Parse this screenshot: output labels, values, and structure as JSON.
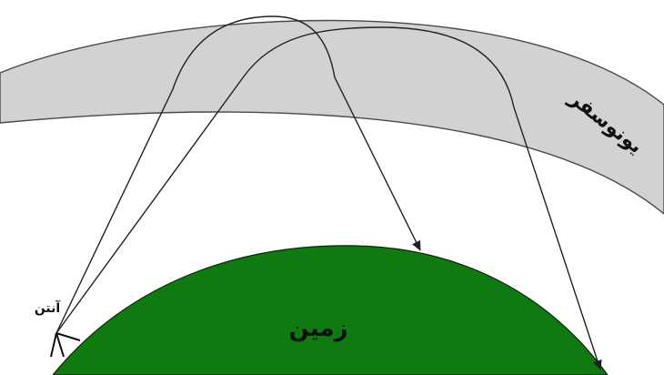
{
  "labels": {
    "ionosphere": "یونوسفر",
    "earth": "زمین",
    "antenna": "آنتن"
  },
  "colors": {
    "background": "#ffffff",
    "ionosphere_fill": "#d2d2d2",
    "ionosphere_stroke": "#4a4a4a",
    "earth_fill": "#0f7a10",
    "earth_stroke": "#1b1b1b",
    "ray": "#222222",
    "label_text": "#111111"
  }
}
